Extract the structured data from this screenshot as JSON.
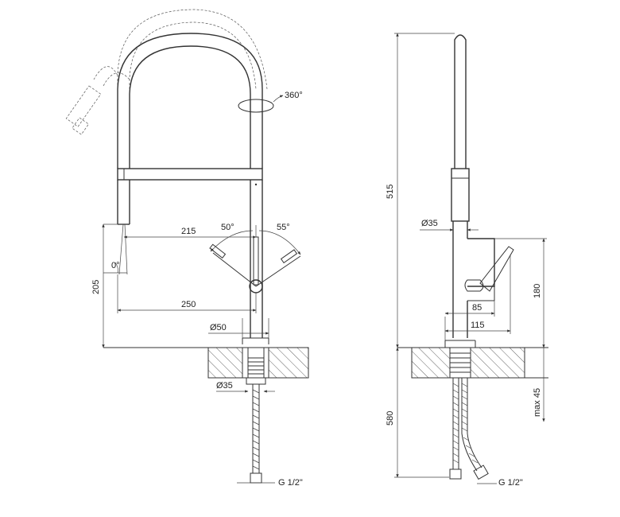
{
  "front_view": {
    "dimensions": {
      "rotation": "360°",
      "reach_215": "215",
      "angle_left": "50°",
      "angle_right": "55°",
      "angle_zero": "0°",
      "height_205": "205",
      "reach_250": "250",
      "diameter_base": "Ø50",
      "diameter_shank": "Ø35",
      "thread": "G 1/2\""
    }
  },
  "side_view": {
    "dimensions": {
      "height_515": "515",
      "diameter_body": "Ø35",
      "lever_85": "85",
      "lever_115": "115",
      "lever_height_180": "180",
      "hose_580": "580",
      "max_thickness": "max 45",
      "thread": "G 1/2\""
    }
  }
}
